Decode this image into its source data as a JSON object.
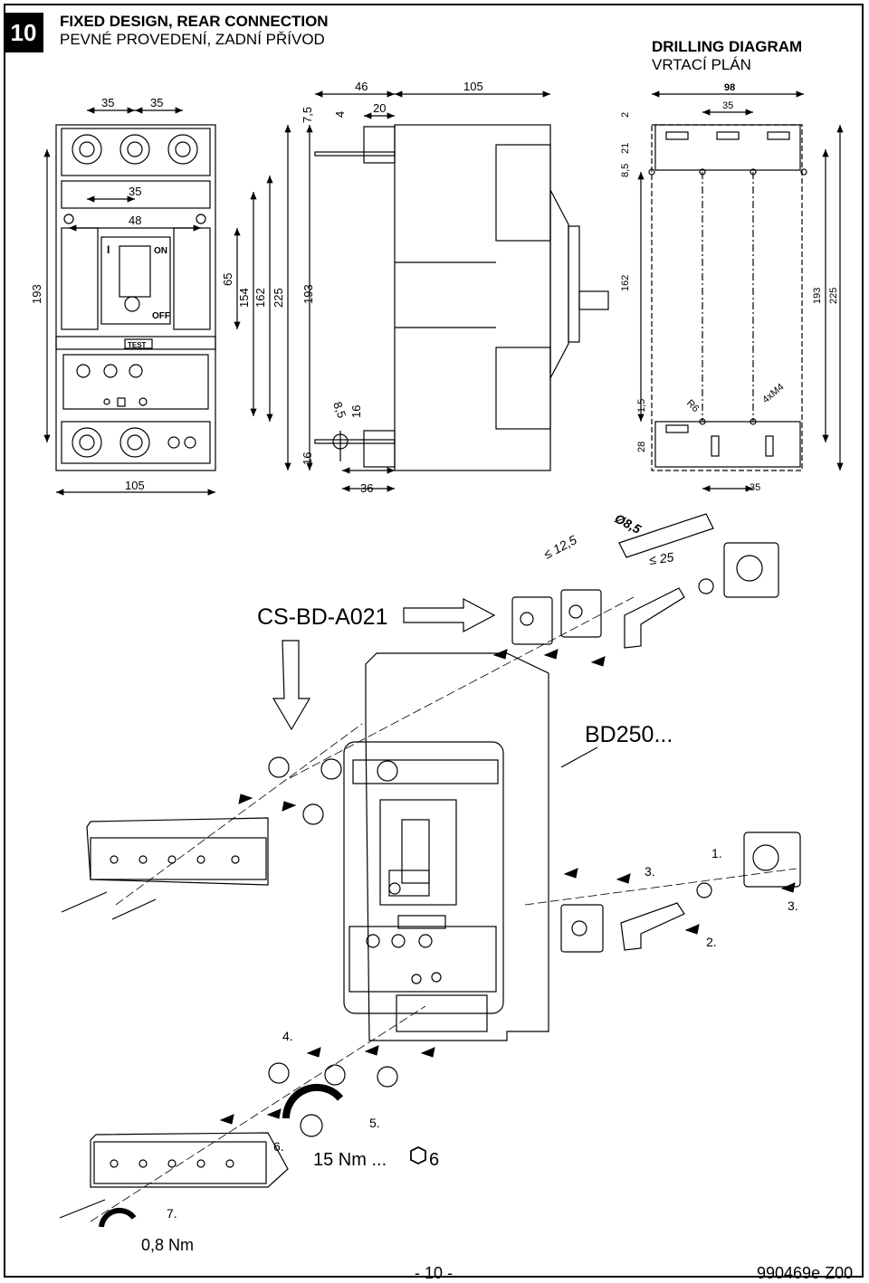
{
  "header": {
    "section_number": "10",
    "title_en": "FIXED DESIGN, REAR CONNECTION",
    "title_cz": "PEVNÉ PROVEDENÍ, ZADNÍ PŘÍVOD",
    "drilling_en": "DRILLING DIAGRAM",
    "drilling_cz": "VRTACÍ PLÁN"
  },
  "front_view": {
    "dims_top": [
      "35",
      "35"
    ],
    "dim_inner": "35",
    "dim_48": "48",
    "dim_bottom": "105",
    "dims_height": [
      "193",
      "65",
      "154",
      "162",
      "225"
    ],
    "switch_on": "ON",
    "switch_off": "OFF",
    "switch_i": "I",
    "test": "TEST"
  },
  "side_view": {
    "dims_top": [
      "46",
      "105",
      "20",
      "7,5",
      "4"
    ],
    "dim_height": "193",
    "dim_16a": "16",
    "dim_16b": "16",
    "dim_hole": "8,5",
    "dim_bottom": "36"
  },
  "drilling": {
    "dims_top": [
      "98",
      "35"
    ],
    "dims_left": [
      "2",
      "21",
      "8,5",
      "162",
      "1,5",
      "28"
    ],
    "dims_right": [
      "193",
      "225"
    ],
    "dim_bottom": "35",
    "r6": "R6",
    "m4": "4xM4"
  },
  "assembly": {
    "kit_label": "CS-BD-A021",
    "breaker_label": "BD250...",
    "bar_dim_1": "≤ 12,5",
    "bar_dim_2": "Ø8,5",
    "bar_dim_3": "≤ 25",
    "step_1": "1.",
    "step_2": "2.",
    "step_3a": "3.",
    "step_3b": "3.",
    "step_4": "4.",
    "step_5": "5.",
    "step_6": "6.",
    "step_7": "7.",
    "torque_main": "15 Nm ...",
    "hex_size": "6",
    "torque_small": "0,8 Nm"
  },
  "footer": {
    "page": "- 10 -",
    "code": "990469e Z00"
  }
}
